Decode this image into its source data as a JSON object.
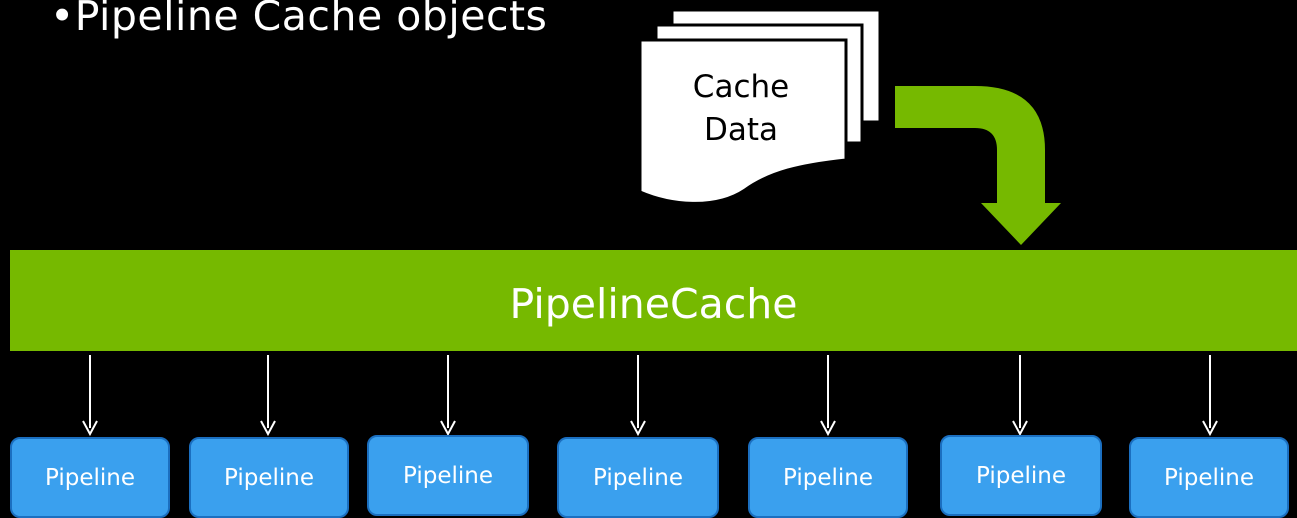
{
  "bullet": {
    "marker": "•",
    "text": "Pipeline Cache objects"
  },
  "cache_data_document": {
    "line1": "Cache",
    "line2": "Data"
  },
  "pipeline_cache": {
    "label": "PipelineCache"
  },
  "pipelines": [
    {
      "label": "Pipeline"
    },
    {
      "label": "Pipeline"
    },
    {
      "label": "Pipeline"
    },
    {
      "label": "Pipeline"
    },
    {
      "label": "Pipeline"
    },
    {
      "label": "Pipeline"
    },
    {
      "label": "Pipeline"
    }
  ],
  "colors": {
    "background": "#000000",
    "accent_green": "#76b900",
    "pipeline_fill": "#3aa0ee",
    "pipeline_border": "#1b6fc0",
    "text": "#ffffff"
  }
}
